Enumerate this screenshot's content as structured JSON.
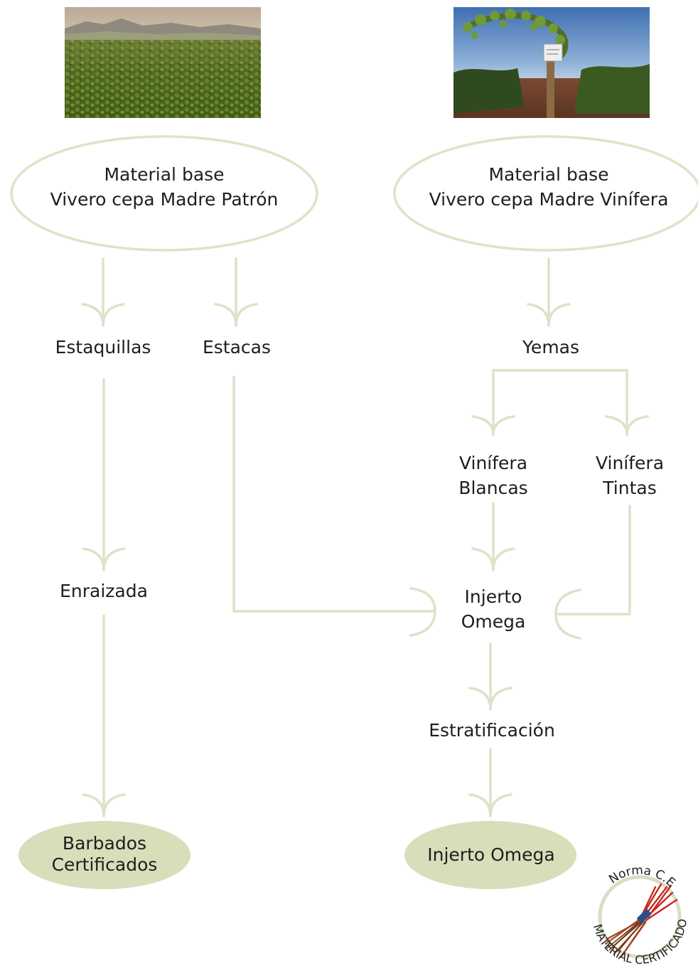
{
  "colors": {
    "line": "#dde2c9",
    "ellipse_stroke": "#dfe3c8",
    "pill_fill": "#d7dfba",
    "text": "#1e1e1e"
  },
  "photos": {
    "left": {
      "icon": "vineyard-field-photo"
    },
    "right": {
      "icon": "vine-trellis-photo"
    }
  },
  "nodes": {
    "patron_line1": "Material base",
    "patron_line2": "Vivero cepa Madre Patrón",
    "vinifera_line1": "Material base",
    "vinifera_line2": "Vivero cepa Madre Vinífera",
    "estaquillas": "Estaquillas",
    "estacas": "Estacas",
    "yemas": "Yemas",
    "blancas_line1": "Vinífera",
    "blancas_line2": "Blancas",
    "tintas_line1": "Vinífera",
    "tintas_line2": "Tintas",
    "enraizada": "Enraizada",
    "injerto_line1": "Injerto",
    "injerto_line2": "Omega",
    "estratificacion": "Estratificación",
    "barbados_line1": "Barbados",
    "barbados_line2": "Certificados",
    "injerto_final": "Injerto Omega"
  },
  "seal": {
    "top_text": "Norma C.E",
    "bottom_text": "MATERIAL CERTIFICADO",
    "icon": "grafted-vine-bundle-icon"
  }
}
